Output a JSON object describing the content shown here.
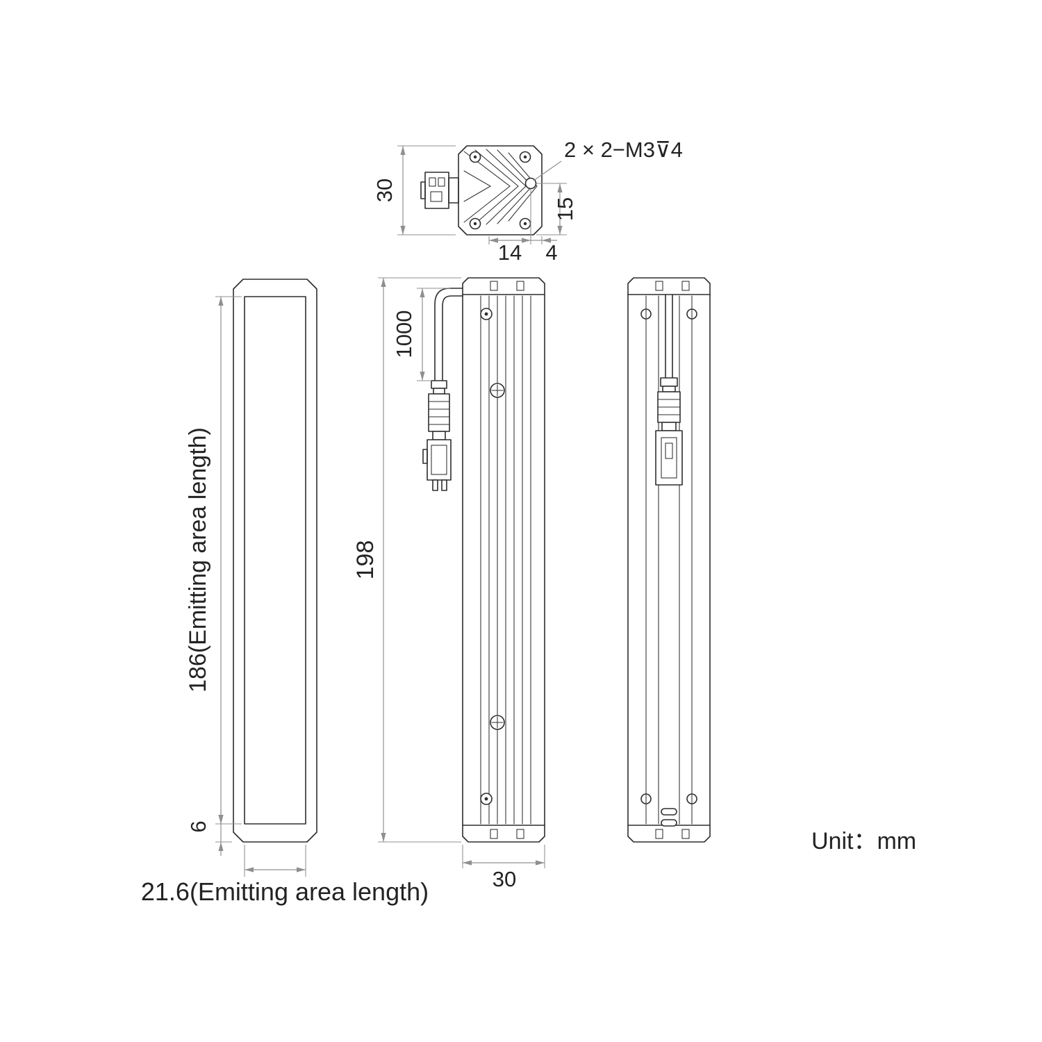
{
  "drawing": {
    "unit_label": "Unit：mm",
    "top_view": {
      "height": "30",
      "hole_callout": "2 × 2−M3⊽4",
      "hole_offset": "15",
      "width_left": "14",
      "width_right": "4"
    },
    "front_view": {
      "emitting_length": "186(Emitting area length)",
      "bottom_margin": "6",
      "emitting_width": "21.6(Emitting area length)"
    },
    "side_view": {
      "cable_length": "1000",
      "body_length": "198",
      "body_width": "30"
    }
  }
}
